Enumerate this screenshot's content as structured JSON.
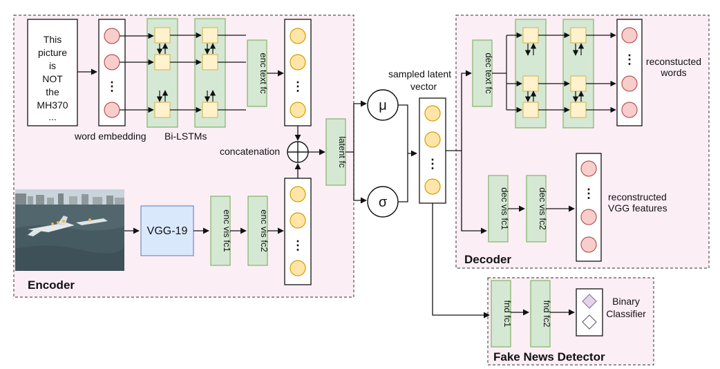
{
  "encoder": {
    "title": "Encoder",
    "input_text_lines": [
      "This",
      "picture",
      "is",
      "NOT",
      "the",
      "MH370",
      "..."
    ],
    "word_embedding_label": "word embedding",
    "bilstm_label": "Bi-LSTMs",
    "enc_text_fc": "enc text fc",
    "concatenation_label": "concatenation",
    "vgg_label": "VGG-19",
    "enc_vis_fc1": "enc vis fc1",
    "enc_vis_fc2": "enc vis fc2",
    "latent_fc": "latent fc",
    "ellipsis": "⋮"
  },
  "latent": {
    "mu": "μ",
    "sigma": "σ",
    "label_line1": "sampled latent",
    "label_line2": "vector"
  },
  "decoder": {
    "title": "Decoder",
    "dec_text_fc": "dec text fc",
    "reconstructed_words_line1": "reconstucted",
    "reconstructed_words_line2": "words",
    "dec_vis_fc1": "dec vis fc1",
    "dec_vis_fc2": "dec vis fc2",
    "reconstructed_vgg_line1": "reconstructed",
    "reconstructed_vgg_line2": "VGG features"
  },
  "detector": {
    "title": "Fake News Detector",
    "fnd_fc1": "fnd fc1",
    "fnd_fc2": "fnd fc2",
    "classifier_line1": "Binary",
    "classifier_line2": "Classifier"
  },
  "colors": {
    "panel_fill": "#fceef5",
    "panel_border": "#555555",
    "green_fill": "#d5e8d4",
    "green_stroke": "#82b366",
    "yellow_fill": "#fff2cc",
    "yellow_stroke": "#d6b656",
    "orange_node": "#ffe6a8",
    "orange_stroke": "#d79b00",
    "red_node": "#f8cecc",
    "red_stroke": "#b85450",
    "blue_fill": "#dae8fc",
    "blue_stroke": "#6c8ebf",
    "purple_fill": "#e1d5e7",
    "purple_stroke": "#9673a6"
  }
}
